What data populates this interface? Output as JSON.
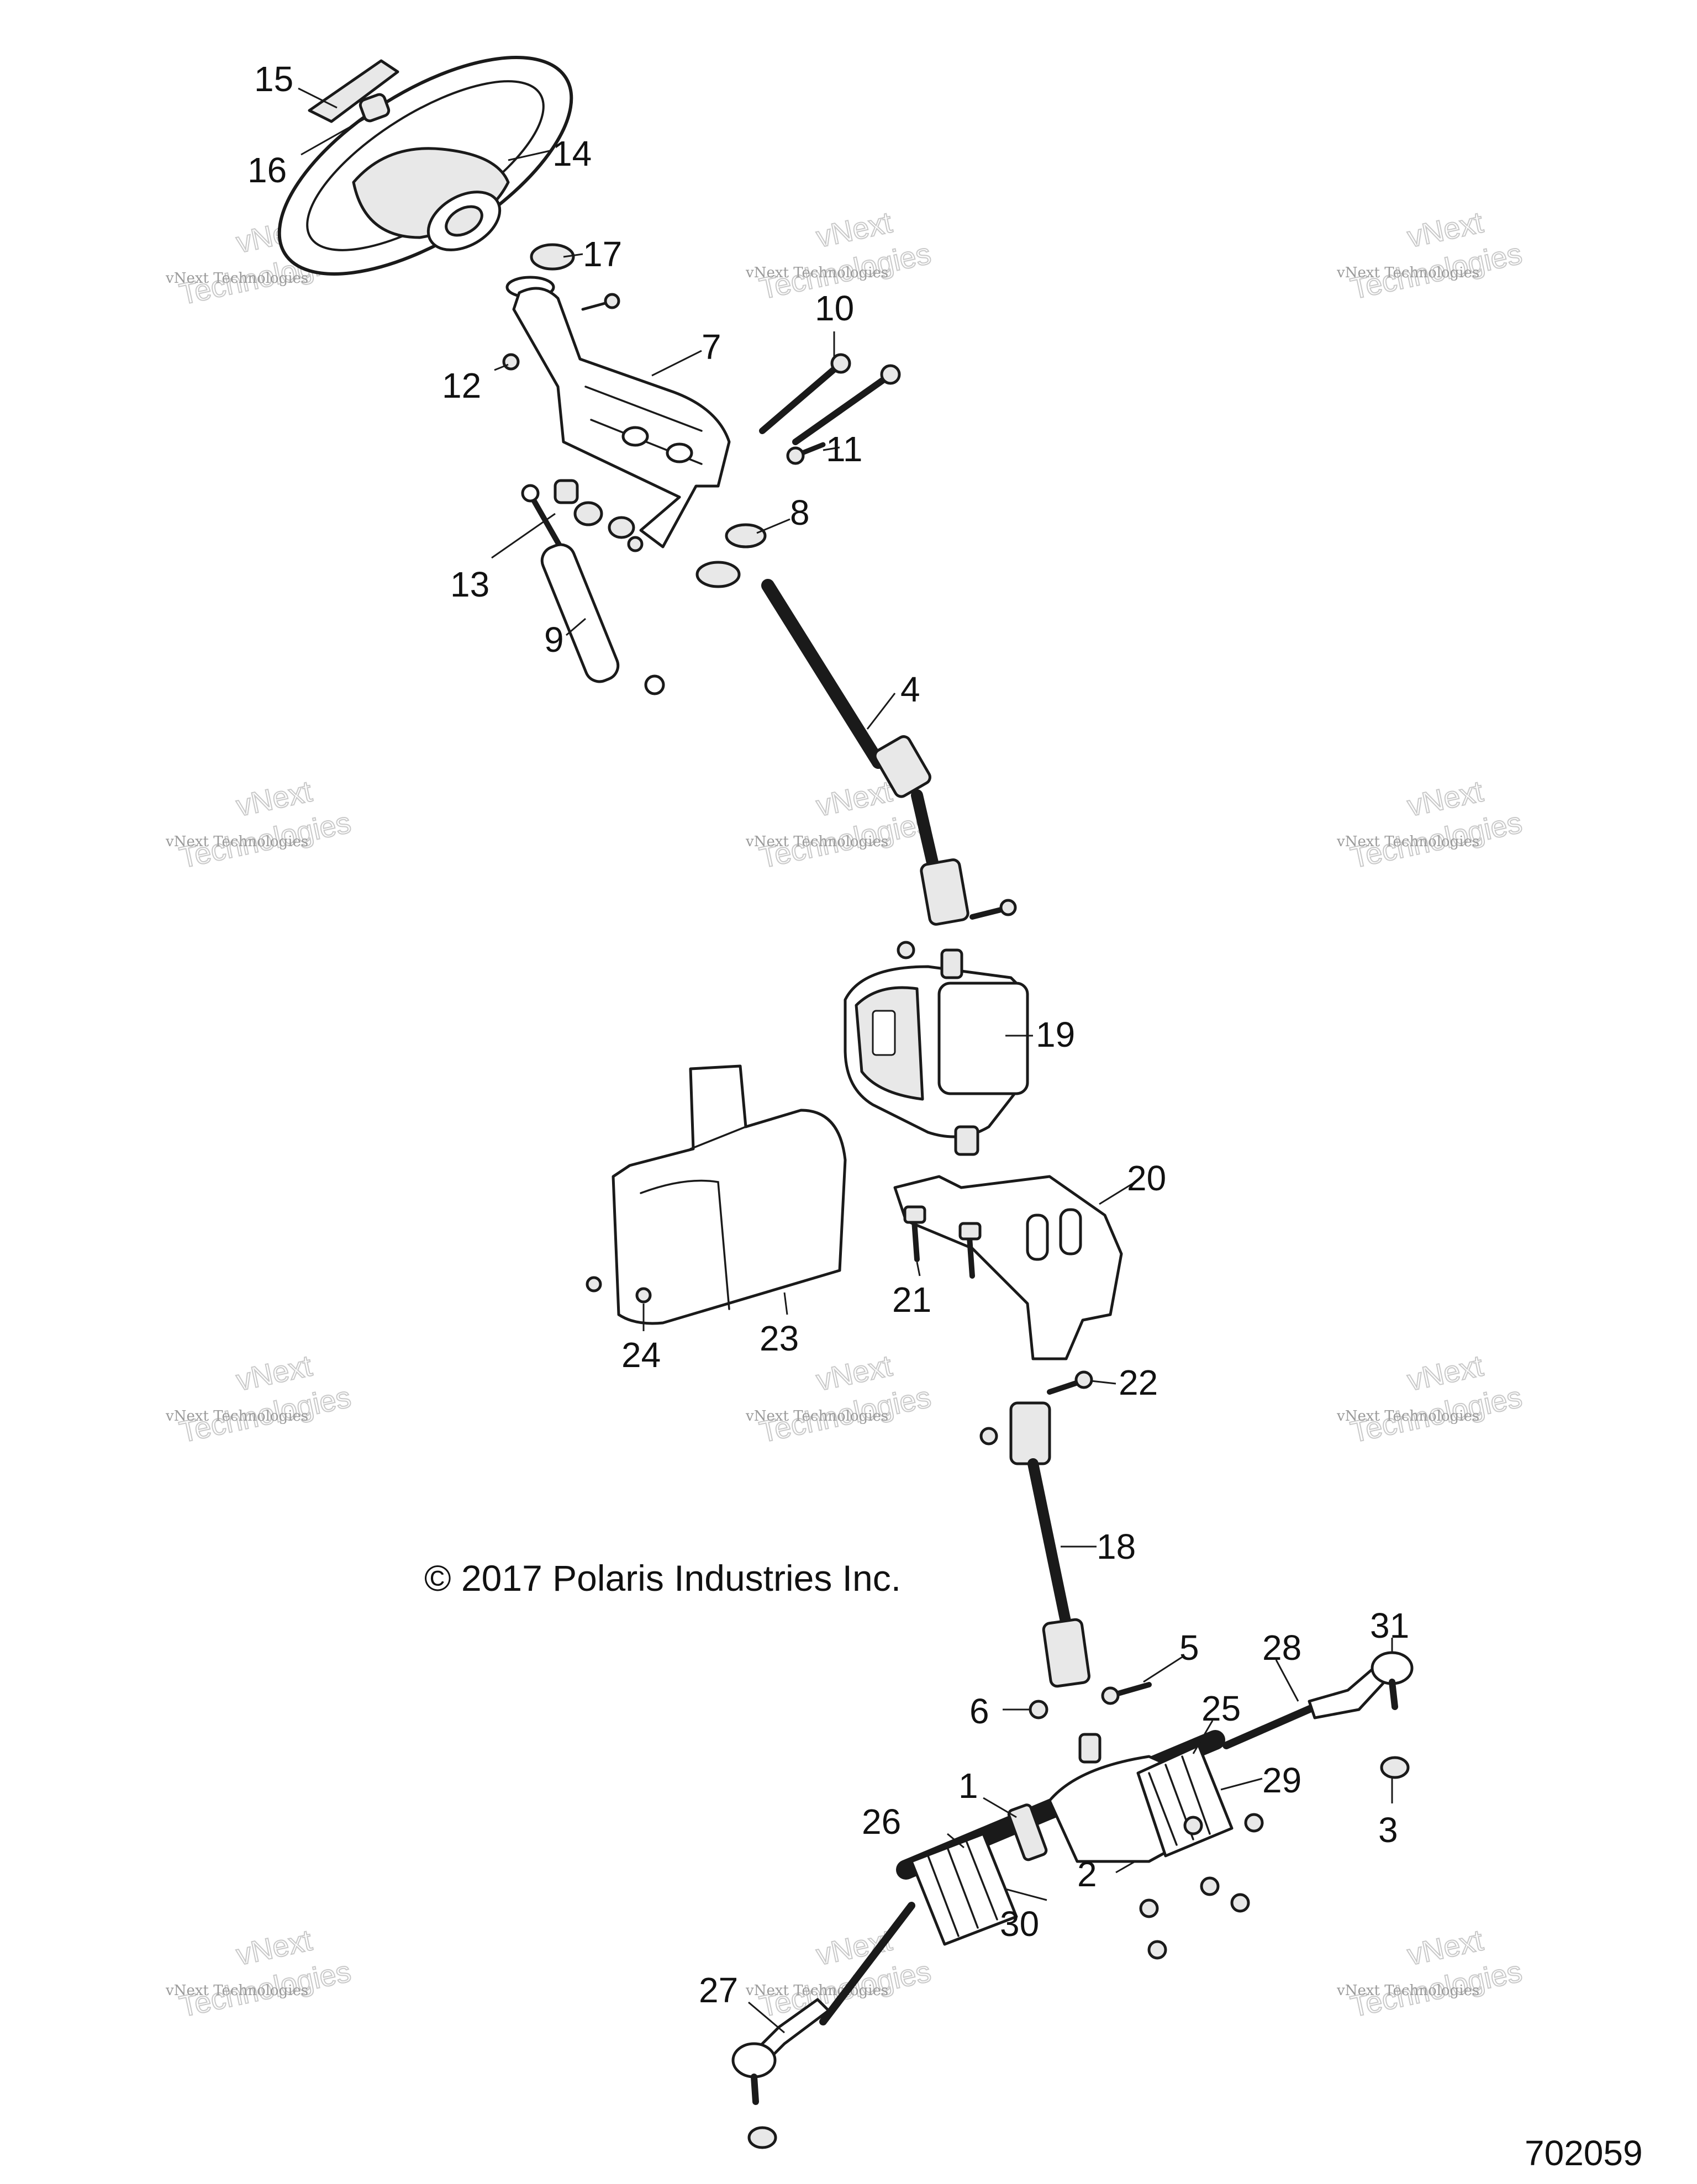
{
  "copyright": "© 2017 Polaris Industries Inc.",
  "figure_number": "702059",
  "watermark": {
    "line1": "vNext Technologies",
    "line2": "Technologies",
    "overlay": "vNext"
  },
  "callouts": [
    {
      "id": "1",
      "text": "1"
    },
    {
      "id": "2",
      "text": "2"
    },
    {
      "id": "3",
      "text": "3"
    },
    {
      "id": "4",
      "text": "4"
    },
    {
      "id": "5",
      "text": "5"
    },
    {
      "id": "6",
      "text": "6"
    },
    {
      "id": "7",
      "text": "7"
    },
    {
      "id": "8",
      "text": "8"
    },
    {
      "id": "9",
      "text": "9"
    },
    {
      "id": "10",
      "text": "10"
    },
    {
      "id": "11",
      "text": "11"
    },
    {
      "id": "12",
      "text": "12"
    },
    {
      "id": "13",
      "text": "13"
    },
    {
      "id": "14",
      "text": "14"
    },
    {
      "id": "15",
      "text": "15"
    },
    {
      "id": "16",
      "text": "16"
    },
    {
      "id": "17",
      "text": "17"
    },
    {
      "id": "18",
      "text": "18"
    },
    {
      "id": "19",
      "text": "19"
    },
    {
      "id": "20",
      "text": "20"
    },
    {
      "id": "21",
      "text": "21"
    },
    {
      "id": "22",
      "text": "22"
    },
    {
      "id": "23",
      "text": "23"
    },
    {
      "id": "24",
      "text": "24"
    },
    {
      "id": "25",
      "text": "25"
    },
    {
      "id": "26",
      "text": "26"
    },
    {
      "id": "27",
      "text": "27"
    },
    {
      "id": "28",
      "text": "28"
    },
    {
      "id": "29",
      "text": "29"
    },
    {
      "id": "30",
      "text": "30"
    },
    {
      "id": "31",
      "text": "31"
    }
  ]
}
